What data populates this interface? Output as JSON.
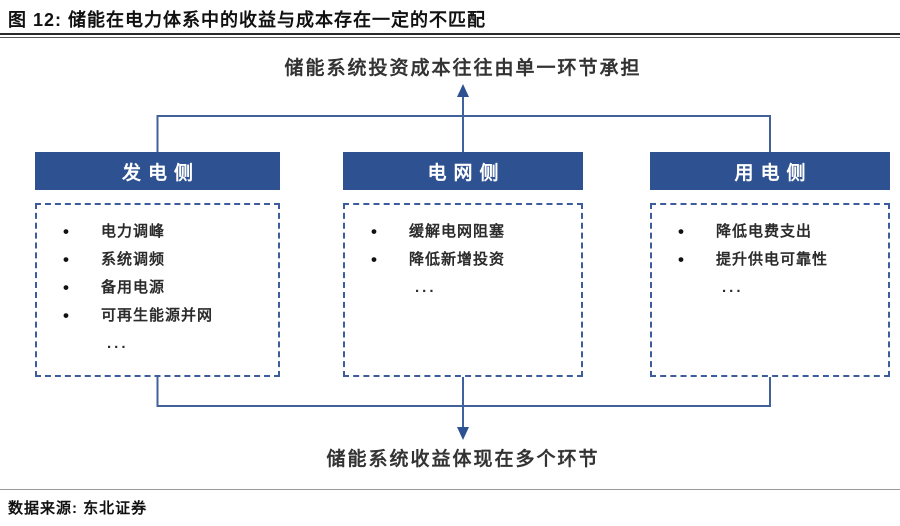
{
  "figure": {
    "title": "图 12:  储能在电力体系中的收益与成本存在一定的不匹配",
    "source": "数据来源: 东北证券"
  },
  "diagram": {
    "top_caption": "储能系统投资成本往往由单一环节承担",
    "bottom_caption": "储能系统收益体现在多个环节",
    "columns": [
      {
        "header": "发电侧",
        "items": [
          "电力调峰",
          "系统调频",
          "备用电源",
          "可再生能源并网"
        ],
        "ellipsis": "..."
      },
      {
        "header": "电网侧",
        "items": [
          "缓解电网阻塞",
          "降低新增投资"
        ],
        "ellipsis": "..."
      },
      {
        "header": "用电侧",
        "items": [
          "降低电费支出",
          "提升供电可靠性"
        ],
        "ellipsis": "..."
      }
    ]
  },
  "colors": {
    "header_box_blue": "#2e5291",
    "connector_blue": "#41619c",
    "dashed_border_blue": "#3c5c9c",
    "title_rule_dark": "#2b2b2b"
  }
}
